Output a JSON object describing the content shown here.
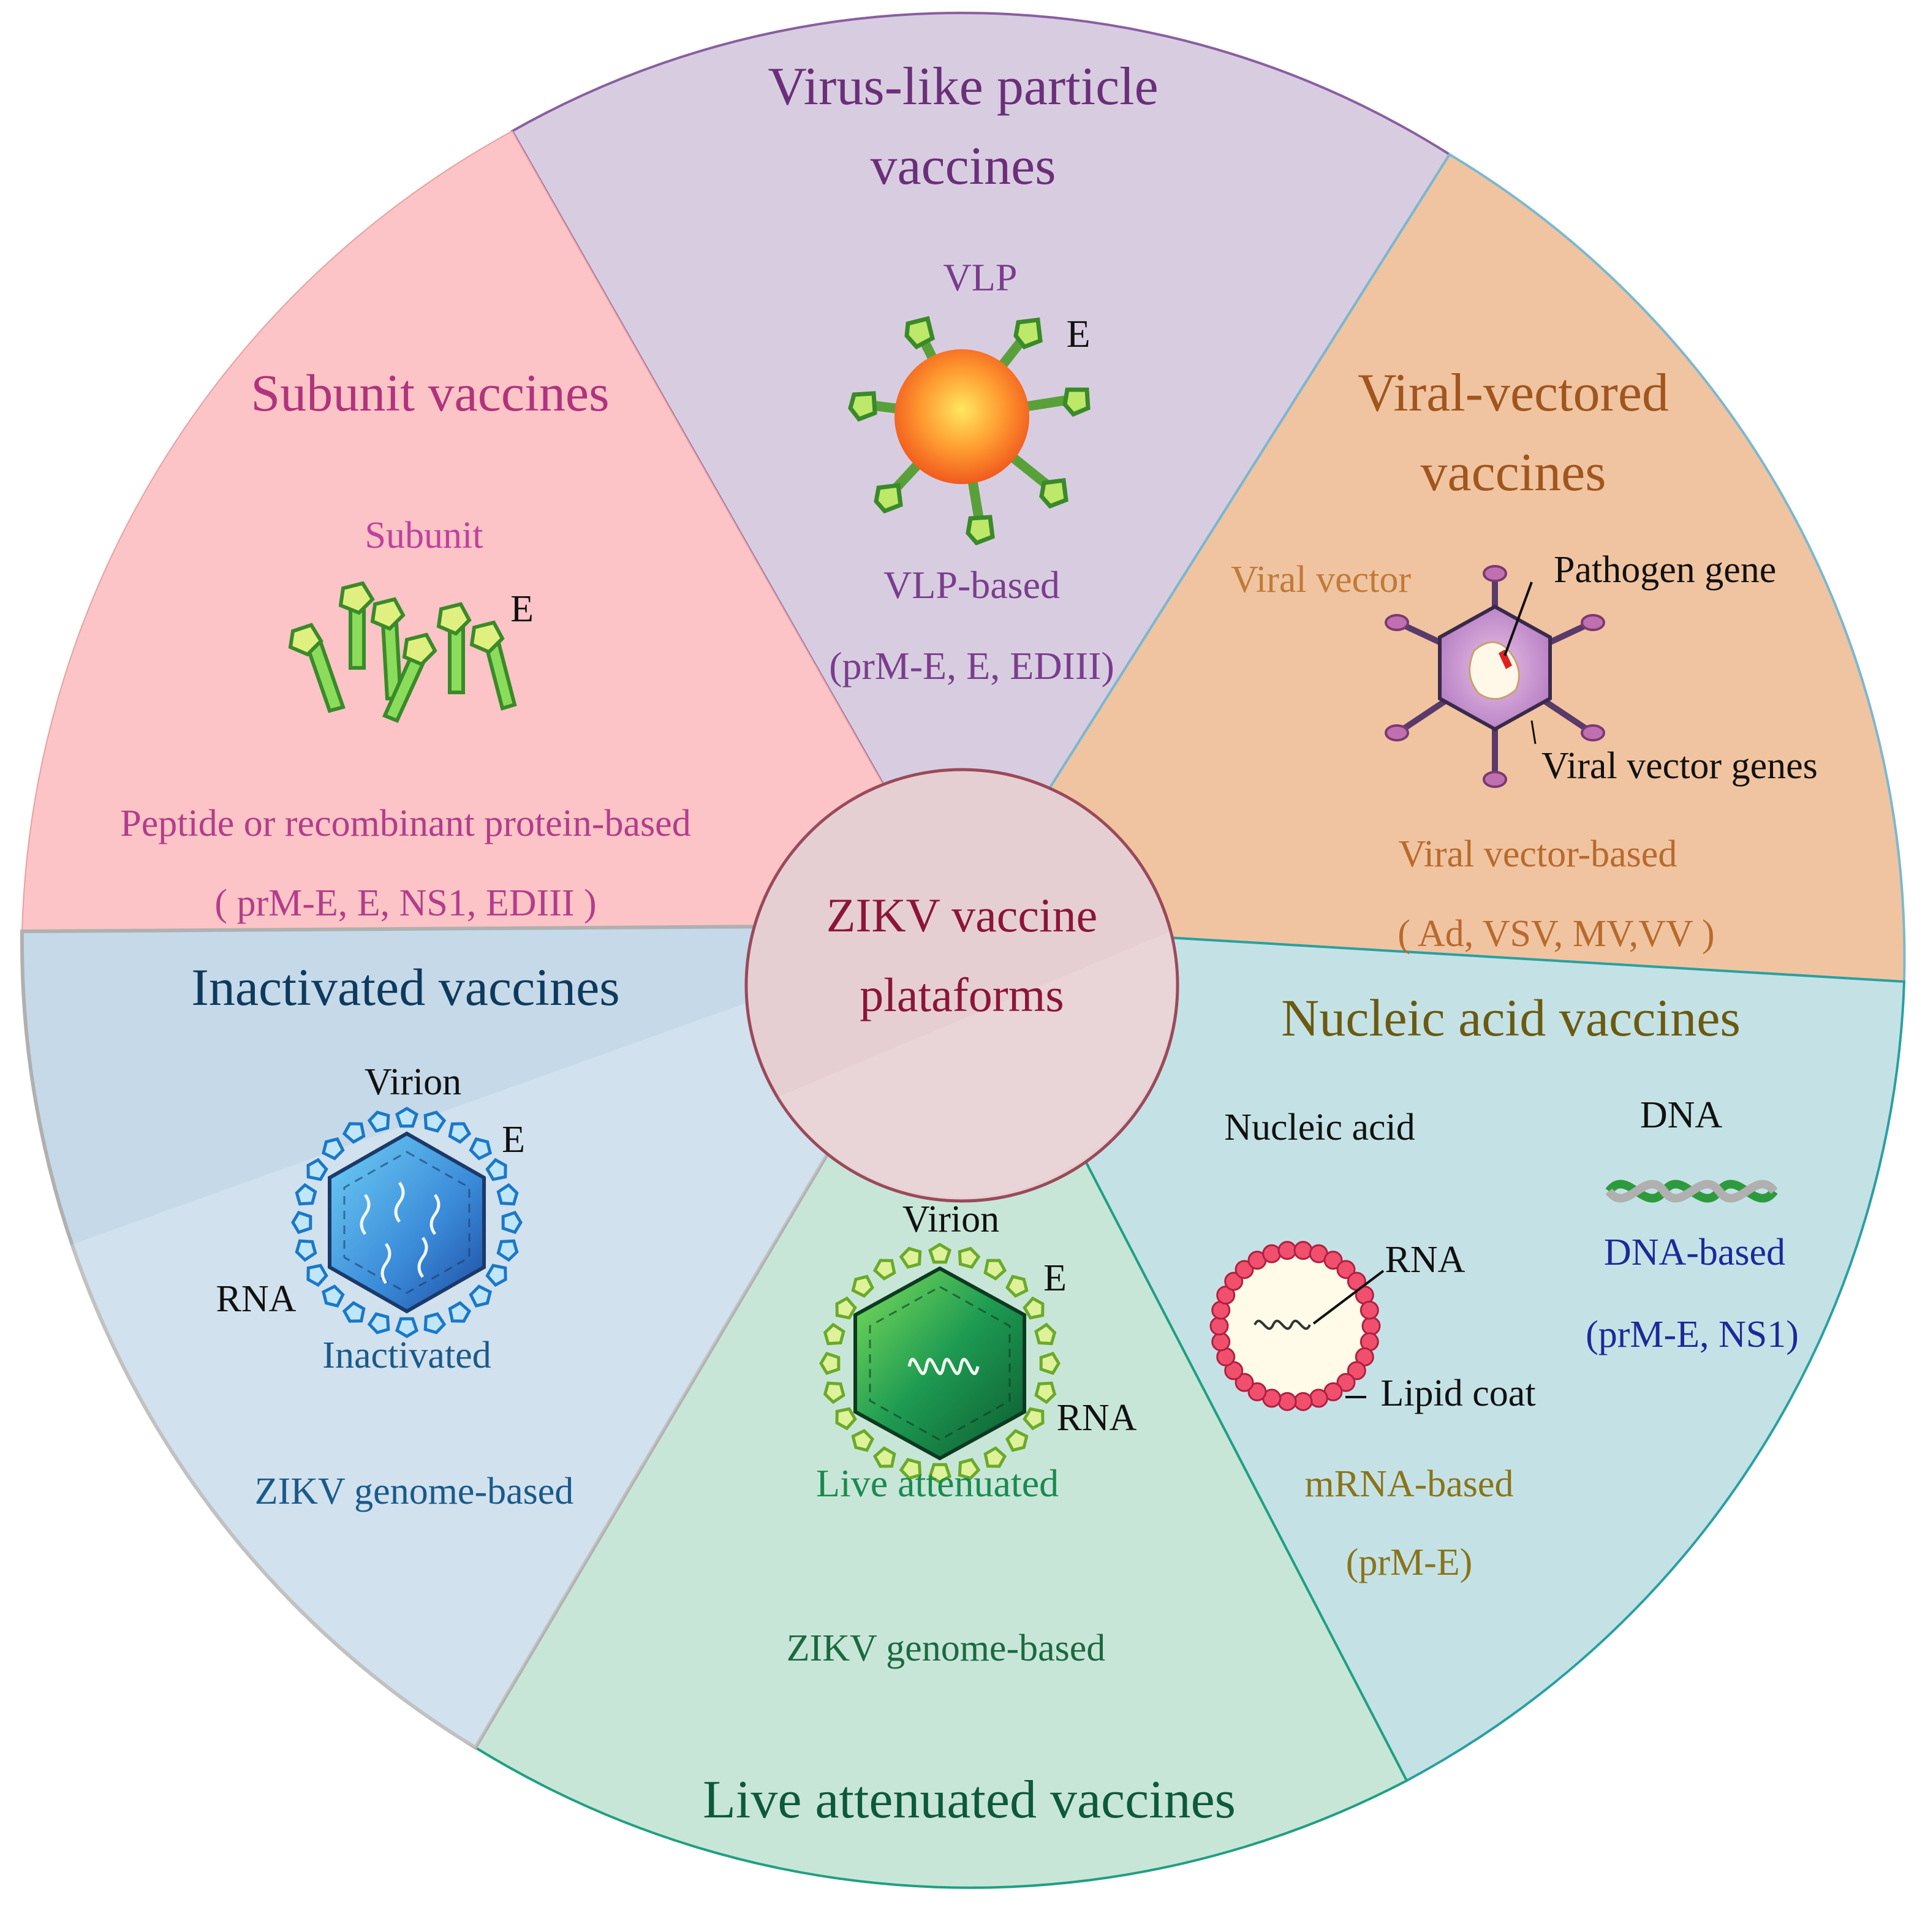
{
  "center": {
    "line1": "ZIKV vaccine",
    "line2": "plataforms",
    "color": "#8b1538"
  },
  "segments": {
    "vlp": {
      "title1": "Virus-like particle",
      "title2": "vaccines",
      "icon_label": "VLP",
      "e_label": "E",
      "basis": "VLP-based",
      "antigens": "(prM-E, E, EDIII)",
      "fill": "#d8cde0",
      "title_color": "#6b2f7a",
      "text_color": "#7a3d8c"
    },
    "subunit": {
      "title": "Subunit vaccines",
      "icon_label": "Subunit",
      "e_label": "E",
      "basis": "Peptide or recombinant protein-based",
      "antigens": "( prM-E, E, NS1, EDIII )",
      "fill": "#fcc4c6",
      "title_color": "#b0337c",
      "text_color": "#b33c8c"
    },
    "viral_vector": {
      "title1": "Viral-vectored",
      "title2": "vaccines",
      "icon_label": "Viral vector",
      "pathogen_gene": "Pathogen gene",
      "vector_genes": "Viral vector genes",
      "basis": "Viral vector-based",
      "antigens": "( Ad, VSV, MV,VV )",
      "fill": "#f0c4a0",
      "title_color": "#a0561e",
      "text_color": "#b86a2e"
    },
    "inactivated": {
      "title": "Inactivated vaccines",
      "virion": "Virion",
      "e_label": "E",
      "rna": "RNA",
      "icon_label": "Inactivated",
      "basis": "ZIKV genome-based",
      "fill": "#c5d9e8",
      "title_color": "#0e3a5e",
      "text_color": "#1a5a8a"
    },
    "live": {
      "title": "Live attenuated vaccines",
      "virion": "Virion",
      "e_label": "E",
      "rna": "RNA",
      "icon_label": "Live attenuated",
      "basis": "ZIKV genome-based",
      "fill": "#c8e6d8",
      "title_color": "#0d5a3a",
      "text_color": "#1a8a50"
    },
    "nucleic": {
      "title": "Nucleic acid vaccines",
      "nucleic_label": "Nucleic acid",
      "dna_label": "DNA",
      "rna_label": "RNA",
      "lipid_label": "Lipid coat",
      "mrna_basis": "mRNA-based",
      "mrna_antigens": "(prM-E)",
      "dna_basis": "DNA-based",
      "dna_antigens": "(prM-E, NS1)",
      "fill": "#c4e2e6",
      "title_color": "#6b5a10",
      "mrna_color": "#8a7418",
      "dna_color": "#1a2a9a"
    }
  }
}
